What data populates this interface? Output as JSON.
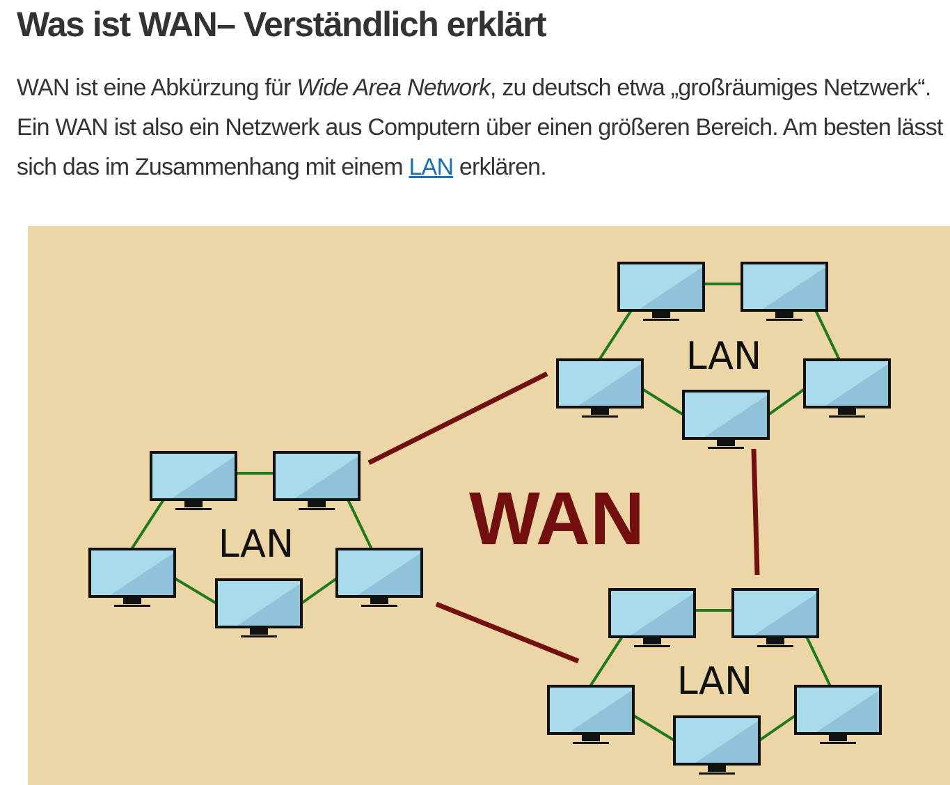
{
  "article": {
    "title": "Was ist WAN– Verständlich erklärt",
    "intro": {
      "text_before": "WAN ist eine Abkürzung für ",
      "italic": "Wide Area Network",
      "text_middle": ", zu deutsch etwa „großräumiges Netzwerk“. Ein WAN ist also ein Netzwerk aus Computern über einen größeren Bereich. Am besten lässt sich das im Zusammenhang mit einem ",
      "link": "LAN",
      "text_after": " erklären."
    }
  },
  "diagram": {
    "wan_label": "WAN",
    "lan_labels": [
      "LAN",
      "LAN",
      "LAN"
    ],
    "colors": {
      "background": "#ecd6a6",
      "wan": "#720f0f",
      "lan_link": "#1f7a1a",
      "screen": "#a9dbea",
      "screen_shade": "#8ec3da",
      "frame": "#111111"
    }
  }
}
